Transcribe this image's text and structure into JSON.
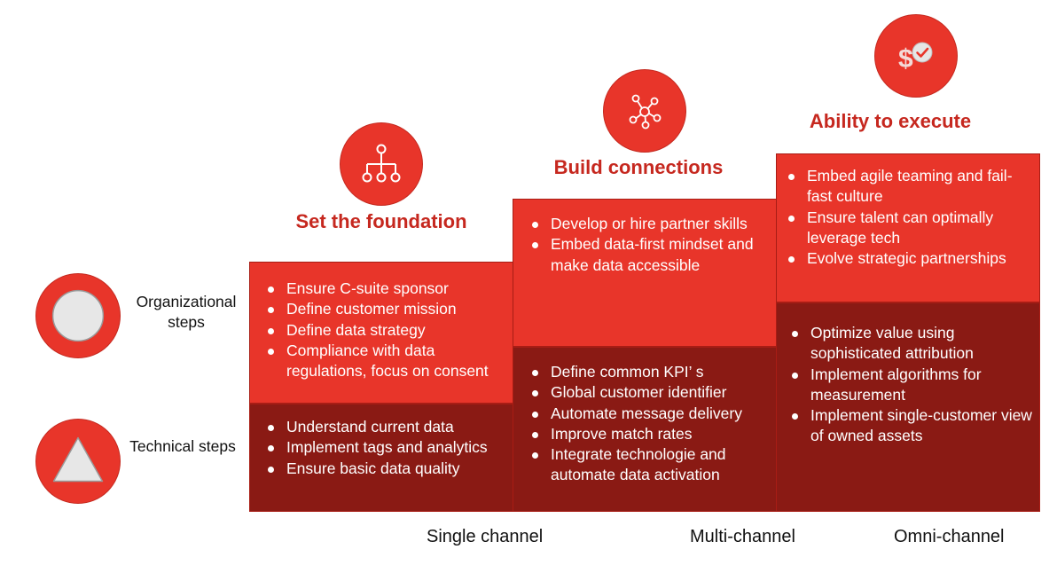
{
  "legend": {
    "organizational": {
      "label": "Organizational steps",
      "icon": "circle-icon"
    },
    "technical": {
      "label": "Technical steps",
      "icon": "triangle-icon"
    }
  },
  "stages": [
    {
      "title": "Set the foundation",
      "icon": "hierarchy-icon",
      "organizational": [
        "Ensure C-suite sponsor",
        "Define customer mission",
        "Define data strategy",
        "Compliance with data regulations, focus on consent"
      ],
      "technical": [
        "Understand current data",
        "Implement tags and analytics",
        "Ensure basic data quality"
      ]
    },
    {
      "title": "Build connections",
      "icon": "network-icon",
      "organizational": [
        "Develop or hire partner skills",
        "Embed data-first mindset and make data accessible"
      ],
      "technical": [
        "Define common KPI’ s",
        "Global customer identifier",
        "Automate message delivery",
        "Improve match rates",
        "Integrate technologie and automate data activation"
      ]
    },
    {
      "title": "Ability to execute",
      "icon": "dollar-check-icon",
      "organizational": [
        "Embed agile teaming and fail-fast culture",
        "Ensure talent can optimally leverage tech",
        "Evolve strategic partnerships"
      ],
      "technical": [
        "Optimize value using sophisticated attribution",
        "Implement algorithms for measurement",
        "Implement single-customer view of owned assets"
      ]
    }
  ],
  "channels": [
    "Single channel",
    "Multi-channel",
    "Omni-channel"
  ],
  "colors": {
    "red": "#e8352a",
    "dark_red": "#8a1a14",
    "title_red": "#c6281f"
  }
}
